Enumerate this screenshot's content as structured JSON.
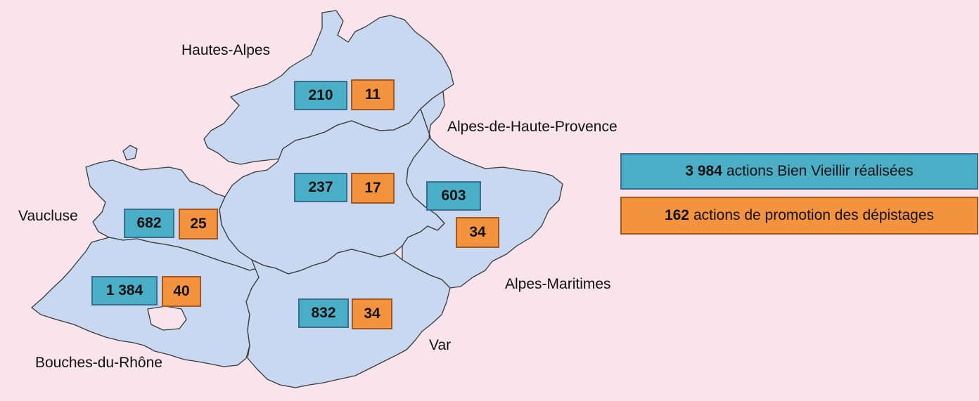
{
  "colors": {
    "background": "#f9e4ec",
    "land": "#c7d8f0",
    "border": "#3a3a3a",
    "bien_vieillir": "#4aaec6",
    "depistages": "#f3933e"
  },
  "legend": {
    "bien_vieillir": {
      "value": "3 984",
      "text": "actions Bien Vieillir réalisées"
    },
    "depistages": {
      "value": "162",
      "text": "actions de promotion des dépistages"
    }
  },
  "departments": [
    {
      "id": "hautes-alpes",
      "label": "Hautes-Alpes",
      "bien_vieillir": "210",
      "depistages": "11"
    },
    {
      "id": "alpes-de-haute-provence",
      "label": "Alpes-de-Haute-Provence",
      "bien_vieillir": "237",
      "depistages": "17"
    },
    {
      "id": "alpes-maritimes",
      "label": "Alpes-Maritimes",
      "bien_vieillir": "603",
      "depistages": "34"
    },
    {
      "id": "vaucluse",
      "label": "Vaucluse",
      "bien_vieillir": "682",
      "depistages": "25"
    },
    {
      "id": "bouches-du-rhone",
      "label": "Bouches-du-Rhône",
      "bien_vieillir": "1 384",
      "depistages": "40"
    },
    {
      "id": "var",
      "label": "Var",
      "bien_vieillir": "832",
      "depistages": "34"
    }
  ]
}
